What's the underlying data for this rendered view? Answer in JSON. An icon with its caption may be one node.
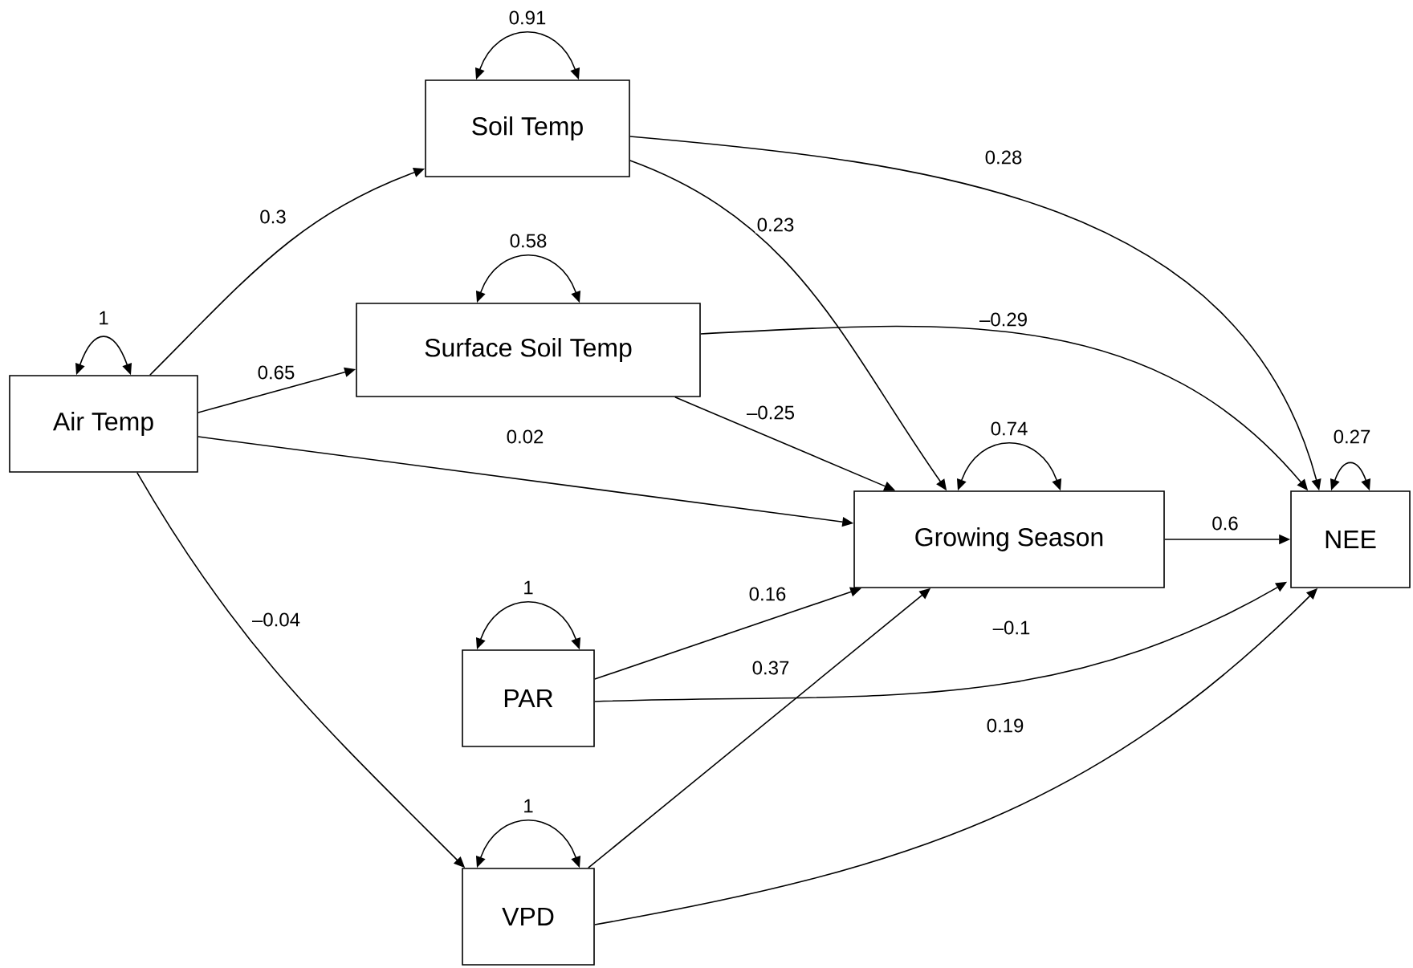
{
  "diagram": {
    "nodes": [
      {
        "text": [
          "Soil Temp"
        ]
      },
      {
        "text": [
          "Surface Soil Temp"
        ]
      },
      {
        "text": [
          "Air Temp"
        ]
      },
      {
        "text": [
          "Growing Season"
        ]
      },
      {
        "text": [
          "NEE"
        ]
      },
      {
        "text": [
          "PAR"
        ]
      },
      {
        "text": [
          "VPD"
        ]
      }
    ],
    "edges": [
      {
        "from": 2,
        "to": 0,
        "arrow": "to",
        "label": "0.3"
      },
      {
        "from": 2,
        "to": 1,
        "arrow": "to",
        "label": "0.65"
      },
      {
        "from": 2,
        "to": 3,
        "arrow": "to",
        "label": "0.02"
      },
      {
        "from": 2,
        "to": 6,
        "arrow": "to",
        "label": "–0.04"
      },
      {
        "from": 0,
        "to": 3,
        "arrow": "to",
        "label": "0.23"
      },
      {
        "from": 0,
        "to": 4,
        "arrow": "to",
        "label": "0.28"
      },
      {
        "from": 1,
        "to": 3,
        "arrow": "to",
        "label": "–0.25"
      },
      {
        "from": 1,
        "to": 4,
        "arrow": "to",
        "label": "–0.29"
      },
      {
        "from": 3,
        "to": 4,
        "arrow": "to",
        "label": "0.6"
      },
      {
        "from": 5,
        "to": 3,
        "arrow": "to",
        "label": "0.16"
      },
      {
        "from": 5,
        "to": 4,
        "arrow": "to",
        "label": "–0.1"
      },
      {
        "from": 6,
        "to": 3,
        "arrow": "to",
        "label": "0.37"
      },
      {
        "from": 6,
        "to": 4,
        "arrow": "to",
        "label": "0.19"
      },
      {
        "from": 0,
        "to": 0,
        "arrow": "both",
        "label": "0.91"
      },
      {
        "from": 1,
        "to": 1,
        "arrow": "both",
        "label": "0.58"
      },
      {
        "from": 2,
        "to": 2,
        "arrow": "both",
        "label": "1"
      },
      {
        "from": 3,
        "to": 3,
        "arrow": "both",
        "label": "0.74"
      },
      {
        "from": 4,
        "to": 4,
        "arrow": "both",
        "label": "0.27"
      },
      {
        "from": 5,
        "to": 5,
        "arrow": "both",
        "label": "1"
      },
      {
        "from": 6,
        "to": 6,
        "arrow": "both",
        "label": "1"
      }
    ]
  }
}
